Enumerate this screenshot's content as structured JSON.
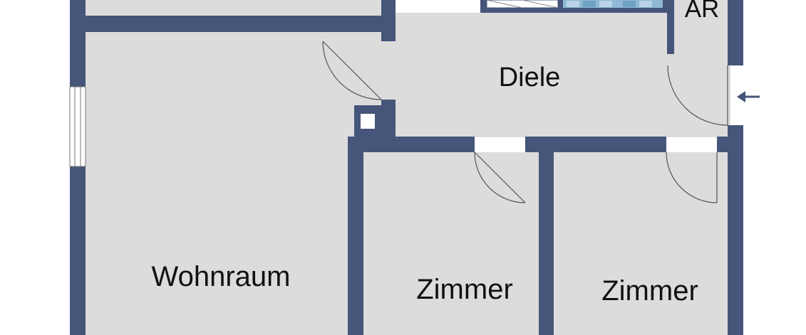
{
  "colors": {
    "wall": "#46557a",
    "floor": "#dcdcdc",
    "background": "#ffffff",
    "door_line": "#555555",
    "label": "#111111",
    "tile": "#8fb9d4"
  },
  "rooms": {
    "wohnraum": "Wohnraum",
    "diele": "Diele",
    "zimmer_1": "Zimmer",
    "zimmer_2": "Zimmer",
    "ar": "AR"
  },
  "icons": {
    "entrance": "arrow-left-icon",
    "column": "square-icon",
    "window": "window-icon"
  }
}
